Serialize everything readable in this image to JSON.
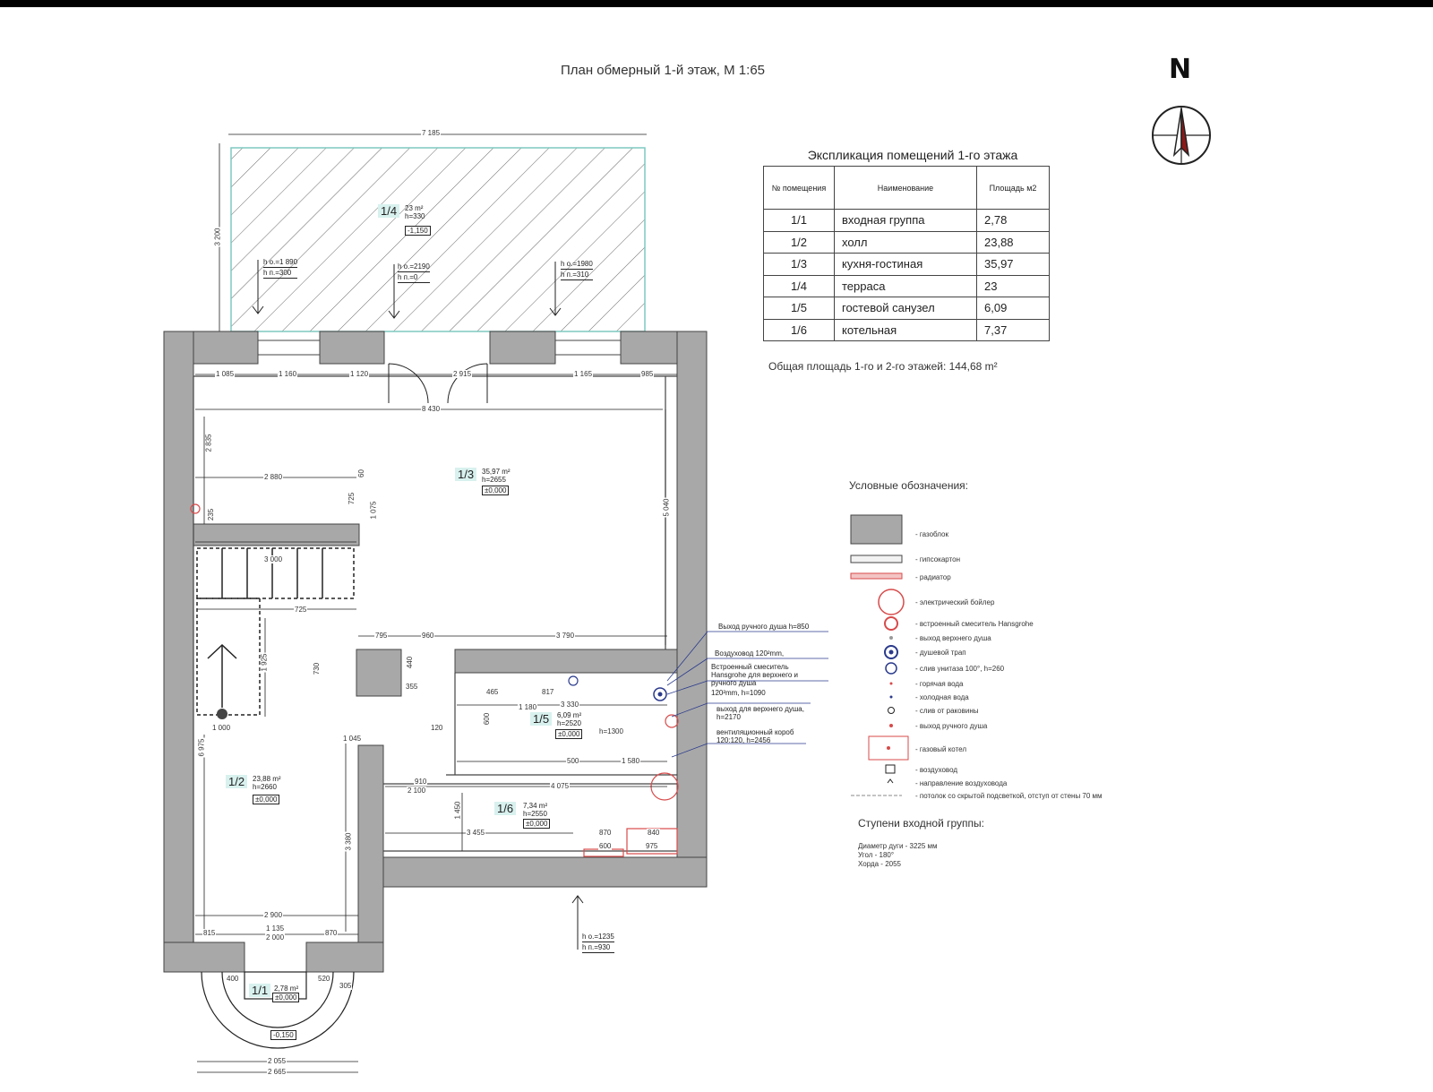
{
  "title": "План обмерный 1-й этаж, М 1:65",
  "north_label": "N",
  "explication": {
    "title": "Экспликация помещений 1-го этажа",
    "headers": [
      "№ помещения",
      "Наименование",
      "Площадь м2"
    ],
    "rows": [
      {
        "no": "1/1",
        "name": "входная группа",
        "area": "2,78"
      },
      {
        "no": "1/2",
        "name": "холл",
        "area": "23,88"
      },
      {
        "no": "1/3",
        "name": "кухня-гостиная",
        "area": "35,97"
      },
      {
        "no": "1/4",
        "name": "терраса",
        "area": "23"
      },
      {
        "no": "1/5",
        "name": "гостевой санузел",
        "area": "6,09"
      },
      {
        "no": "1/6",
        "name": "котельная",
        "area": "7,37"
      }
    ],
    "total": "Общая площадь 1-го и 2-го этажей: 144,68 m²"
  },
  "legend": {
    "title": "Условные обозначения:",
    "items": [
      "- газоблок",
      "- гипсокартон",
      "- радиатор",
      "- электрический бойлер",
      "- встроенный смеситель Hansgrohe",
      "- выход верхнего душа",
      "- душевой трап",
      "- слив унитаза 100°, h=260",
      "- горячая вода",
      "- холодная вода",
      "- слив от раковины",
      "- выход ручного душа",
      "- газовый котел",
      "- воздуховод",
      "- направление воздуховода",
      "- потолок со скрытой подсветкой, отступ от стены 70 мм"
    ]
  },
  "steps": {
    "title": "Ступени входной группы:",
    "lines": [
      "Диаметр дуги - 3225 мм",
      "Угол - 180°",
      "Хорда - 2055"
    ]
  },
  "rooms": [
    {
      "no": "1/4",
      "area": "23 m²",
      "h": "h=330",
      "level": "-1,150"
    },
    {
      "no": "1/3",
      "area": "35,97 m²",
      "h": "h=2655",
      "level": "±0,000"
    },
    {
      "no": "1/5",
      "area": "6,09 m²",
      "h": "h=2520",
      "level": "±0,000"
    },
    {
      "no": "1/2",
      "area": "23,88 m²",
      "h": "h=2660",
      "level": "±0,000"
    },
    {
      "no": "1/6",
      "area": "7,34 m²",
      "h": "h=2550",
      "level": "±0,000"
    },
    {
      "no": "1/1",
      "area": "2,78 m²",
      "h": "",
      "level": "±0,000"
    }
  ],
  "entry_level": "-0,150",
  "dimensions": {
    "terrace_width": "7 185",
    "terrace_depth": "3 200",
    "top_row": [
      "1 085",
      "1 160",
      "1 120",
      "2 915",
      "1 165",
      "985"
    ],
    "interior_width": "8 430",
    "left_wall": "2 835",
    "kitchen_depth": "5 040",
    "stair_width": "2 880",
    "stair_small": [
      "725",
      "1 075",
      "235",
      "60"
    ],
    "stair_lower": [
      "3 000",
      "725",
      "1 925",
      "1 000"
    ],
    "mid_row": [
      "795",
      "960",
      "3 790"
    ],
    "bath_width": "3 330",
    "bath_small": [
      "465",
      "817",
      "1 180",
      "1 580",
      "500",
      "600"
    ],
    "hall_width": "2 900",
    "hall_depth": "6 975",
    "hall_right": "3 380",
    "hall_bottom": [
      "815",
      "1 135",
      "2 000",
      "870"
    ],
    "boiler_width": "4 075",
    "boiler_depth": "3 455",
    "boiler_small": [
      "1 450",
      "870",
      "840",
      "600",
      "975"
    ],
    "misc": [
      "1 045",
      "910",
      "2 100",
      "120",
      "440",
      "355",
      "730",
      "400",
      "520",
      "305",
      "2 055",
      "2 665",
      "1 300"
    ]
  },
  "height_marks": [
    {
      "a": "h о.=1 890",
      "b": "h п.=300"
    },
    {
      "a": "h о.=2190",
      "b": "h п.=0"
    },
    {
      "a": "h о.=1980",
      "b": "h п.=310"
    },
    {
      "a": "h о.=1235",
      "b": "h п.=930"
    }
  ],
  "callouts": [
    "Выход ручного душа h=850",
    "Воздуховод 120²mm,",
    "Встроенный смеситель Hansgrohe для верхнего и ручного душа",
    "120²mm, h=1090",
    "выход для верхнего душа, h=2170",
    "вентиляционный короб 120:120, h=2456",
    "h=1300"
  ],
  "colors": {
    "wall": "#a8a8a8",
    "terrace_border": "#7fc9c0",
    "room_tag": "#d8f1ee",
    "radiator": "#d84a4a",
    "blue_symbol": "#2a3a8c"
  }
}
